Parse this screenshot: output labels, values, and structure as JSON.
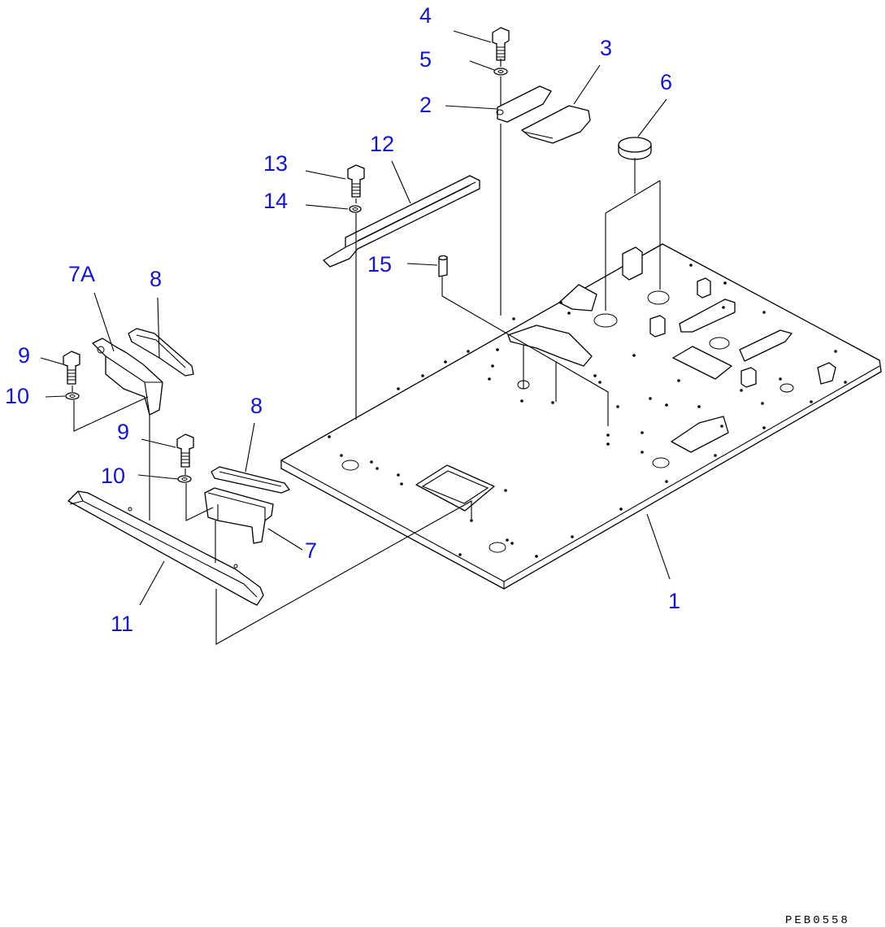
{
  "diagram": {
    "colors": {
      "callout": "#1515c8",
      "line": "#000000",
      "background": "#ffffff"
    },
    "callouts": [
      {
        "id": "c1",
        "label": "1"
      },
      {
        "id": "c2",
        "label": "2"
      },
      {
        "id": "c3",
        "label": "3"
      },
      {
        "id": "c4",
        "label": "4"
      },
      {
        "id": "c5",
        "label": "5"
      },
      {
        "id": "c6",
        "label": "6"
      },
      {
        "id": "c7",
        "label": "7"
      },
      {
        "id": "c7a",
        "label": "7A"
      },
      {
        "id": "c8a",
        "label": "8"
      },
      {
        "id": "c8b",
        "label": "8"
      },
      {
        "id": "c9a",
        "label": "9"
      },
      {
        "id": "c9b",
        "label": "9"
      },
      {
        "id": "c10a",
        "label": "10"
      },
      {
        "id": "c10b",
        "label": "10"
      },
      {
        "id": "c11",
        "label": "11"
      },
      {
        "id": "c12",
        "label": "12"
      },
      {
        "id": "c13",
        "label": "13"
      },
      {
        "id": "c14",
        "label": "14"
      },
      {
        "id": "c15",
        "label": "15"
      }
    ],
    "drawing_code": "PEB0558"
  }
}
